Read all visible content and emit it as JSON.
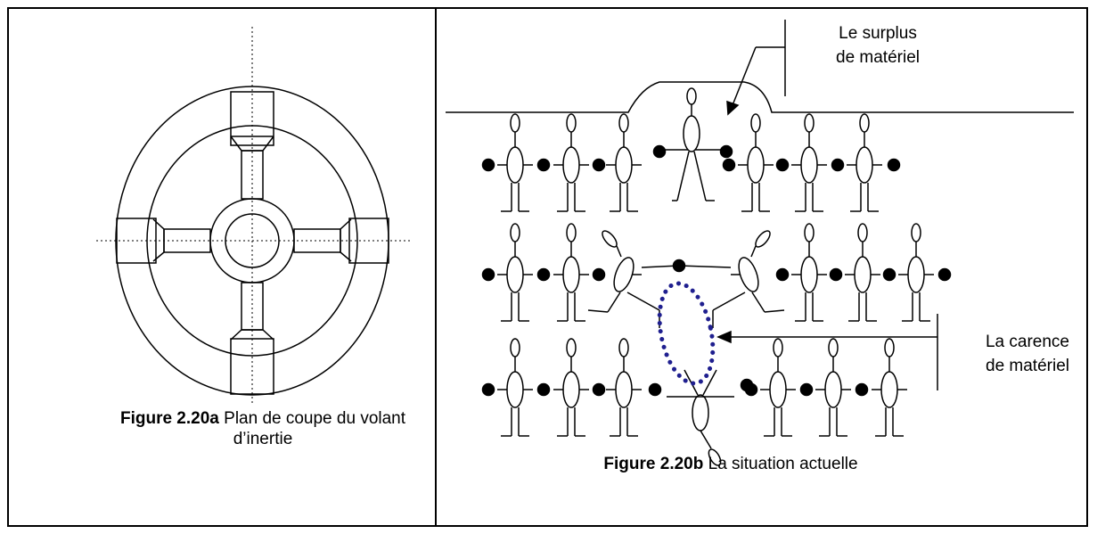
{
  "left_figure": {
    "caption_number": "Figure 2.20a",
    "caption_text": "Plan de coupe du volant d’inertie"
  },
  "right_figure": {
    "caption_number": "Figure 2.20b",
    "caption_text": "La situation actuelle",
    "label_surplus_line1": "Le surplus",
    "label_surplus_line2": "de matériel",
    "label_carence_line1": "La carence",
    "label_carence_line2": "de matériel"
  },
  "colors": {
    "line": "#000000",
    "vacancy_dots": "#1f1f8f"
  }
}
